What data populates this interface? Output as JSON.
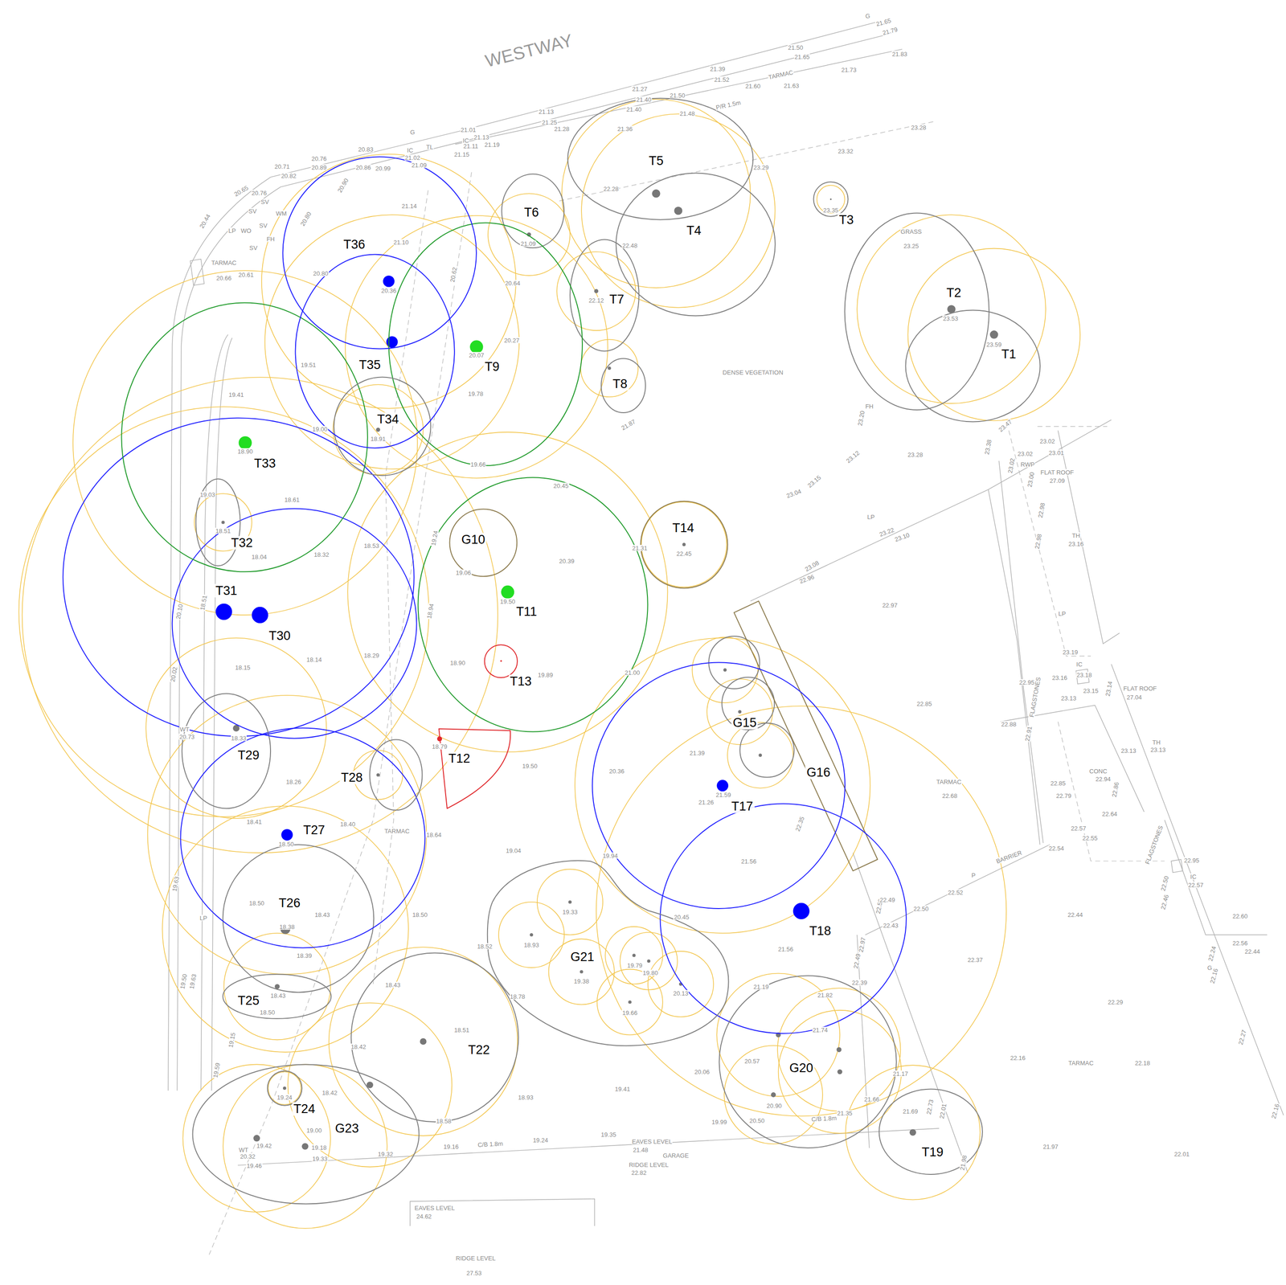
{
  "diagram": {
    "nodes": [
      {
        "text": [
          "T1"
        ]
      },
      {
        "text": [
          "T2"
        ]
      },
      {
        "text": [
          "T3"
        ]
      },
      {
        "text": [
          "T4"
        ]
      },
      {
        "text": [
          "T5"
        ]
      },
      {
        "text": [
          "T6"
        ]
      },
      {
        "text": [
          "T7"
        ]
      },
      {
        "text": [
          "T8"
        ]
      },
      {
        "text": [
          "T9"
        ]
      },
      {
        "text": [
          "G10"
        ]
      },
      {
        "text": [
          "T11"
        ]
      },
      {
        "text": [
          "T12"
        ]
      },
      {
        "text": [
          "T13"
        ]
      },
      {
        "text": [
          "T14"
        ]
      },
      {
        "text": [
          "G15"
        ]
      },
      {
        "text": [
          "G16"
        ]
      },
      {
        "text": [
          "T17"
        ]
      },
      {
        "text": [
          "T18"
        ]
      },
      {
        "text": [
          "T19"
        ]
      },
      {
        "text": [
          "G20"
        ]
      },
      {
        "text": [
          "G21"
        ]
      },
      {
        "text": [
          "T22"
        ]
      },
      {
        "text": [
          "G23"
        ]
      },
      {
        "text": [
          "T24"
        ]
      },
      {
        "text": [
          "T25"
        ]
      },
      {
        "text": [
          "T26"
        ]
      },
      {
        "text": [
          "T27"
        ]
      },
      {
        "text": [
          "T28"
        ]
      },
      {
        "text": [
          "T29"
        ]
      },
      {
        "text": [
          "T30"
        ]
      },
      {
        "text": [
          "T31"
        ]
      },
      {
        "text": [
          "T32"
        ]
      },
      {
        "text": [
          "T33"
        ]
      },
      {
        "text": [
          "T34"
        ]
      },
      {
        "text": [
          "T35"
        ]
      },
      {
        "text": [
          "T36"
        ]
      }
    ],
    "labels": [
      "WESTWAY",
      "21.65",
      "21.79",
      "G",
      "21.50",
      "21.65",
      "21.83",
      "21.73",
      "21.39",
      "21.52",
      "21.60",
      "TARMAC",
      "21.63",
      "21.27",
      "21.40",
      "21.50",
      "21.40",
      "P/R 1.5m",
      "21.48",
      "21.36",
      "21.13",
      "21.25",
      "21.28",
      "23.28",
      "23.32",
      "23.29",
      "21.01",
      "21.13",
      "IC",
      "21.11",
      "21.19",
      "21.15",
      "G",
      "IC",
      "TL",
      "21.02",
      "21.09",
      "20.83",
      "20.76",
      "20.89",
      "20.86",
      "20.99",
      "20.71",
      "20.82",
      "20.65",
      "20.76",
      "SV",
      "SV",
      "20.44",
      "WM",
      "20.80",
      "LP",
      "WO",
      "SV",
      "FH",
      "SV",
      "TARMAC",
      "20.66",
      "20.61",
      "20.90",
      "21.14",
      "21.10",
      "20.80",
      "20.36",
      "20.62",
      "21.09",
      "20.64",
      "22.28",
      "22.48",
      "22.12",
      "20.27",
      "20.07",
      "19.78",
      "21.87",
      "23.35",
      "GRASS",
      "23.25",
      "23.53",
      "23.59",
      "DENSE VEGETATION",
      "FH",
      "23.20",
      "23.47",
      "23.28",
      "23.12",
      "23.15",
      "23.04",
      "LP",
      "23.22",
      "23.10",
      "23.08",
      "22.96",
      "22.97",
      "22.85",
      "TARMAC",
      "22.68",
      "19.51",
      "19.41",
      "19.00",
      "18.91",
      "18.90",
      "19.66",
      "20.45",
      "18.61",
      "19.03",
      "18.51",
      "18.04",
      "18.32",
      "18.53",
      "19.24",
      "20.39",
      "21.31",
      "22.45",
      "19.06",
      "19.50",
      "18.51",
      "20.10",
      "18.94",
      "18.15",
      "18.14",
      "18.29",
      "18.90",
      "19.89",
      "21.00",
      "20.02",
      "WT",
      "20.73",
      "18.33",
      "18.79",
      "19.50",
      "20.36",
      "21.39",
      "18.26",
      "21.59",
      "21.26",
      "18.41",
      "18.40",
      "18.50",
      "TARMAC",
      "18.64",
      "19.04",
      "22.35",
      "19.94",
      "21.56",
      "19.63",
      "18.50",
      "LP",
      "18.43",
      "18.50",
      "19.33",
      "20.45",
      "18.38",
      "18.93",
      "18.52",
      "21.56",
      "18.39",
      "19.50",
      "19.63",
      "18.43",
      "19.38",
      "19.79",
      "19.80",
      "20.13",
      "21.19",
      "21.82",
      "22.39",
      "18.43",
      "18.78",
      "19.66",
      "18.50",
      "18.51",
      "21.74",
      "19.15",
      "18.42",
      "20.57",
      "20.06",
      "21.17",
      "19.59",
      "19.41",
      "18.42",
      "19.24",
      "18.93",
      "21.66",
      "20.90",
      "21.35",
      "C/B 1.8m",
      "21.69",
      "20.50",
      "19.99",
      "18.58",
      "19.00",
      "EAVES LEVEL",
      "19.35",
      "19.24",
      "C/B 1.8m",
      "19.16",
      "19.42",
      "19.18",
      "WT",
      "21.48",
      "GARAGE",
      "20.32",
      "19.32",
      "19.33",
      "RIDGE LEVEL",
      "19.46",
      "22.82",
      "EAVES LEVEL",
      "24.62",
      "RIDGE LEVEL",
      "27.53",
      "23.02",
      "23.01",
      "23.02",
      "23.38",
      "RWP",
      "23.02",
      "23.00",
      "FLAT ROOF",
      "27.09",
      "22.98",
      "22.98",
      "TH",
      "23.16",
      "LP",
      "23.19",
      "IC",
      "23.18",
      "22.95",
      "23.16",
      "23.14",
      "FLAT ROOF",
      "27.04",
      "23.13",
      "23.15",
      "FLAGSTONES",
      "22.88",
      "22.91",
      "TH",
      "23.13",
      "23.13",
      "CONC",
      "22.94",
      "22.85",
      "22.86",
      "22.79",
      "22.64",
      "22.57",
      "22.55",
      "22.54",
      "BARRIER",
      "P",
      "22.52",
      "FLAGSTONES",
      "22.95",
      "IC",
      "22.57",
      "22.50",
      "22.46",
      "22.60",
      "22.56",
      "22.44",
      "22.24",
      "G",
      "22.16",
      "22.50",
      "22.58",
      "22.49",
      "22.43",
      "22.97",
      "22.49",
      "22.44",
      "22.37",
      "22.29",
      "22.27",
      "22.16",
      "TARMAC",
      "22.18",
      "22.73",
      "22.01",
      "21.97",
      "22.01",
      "22.16",
      "21.98"
    ]
  }
}
